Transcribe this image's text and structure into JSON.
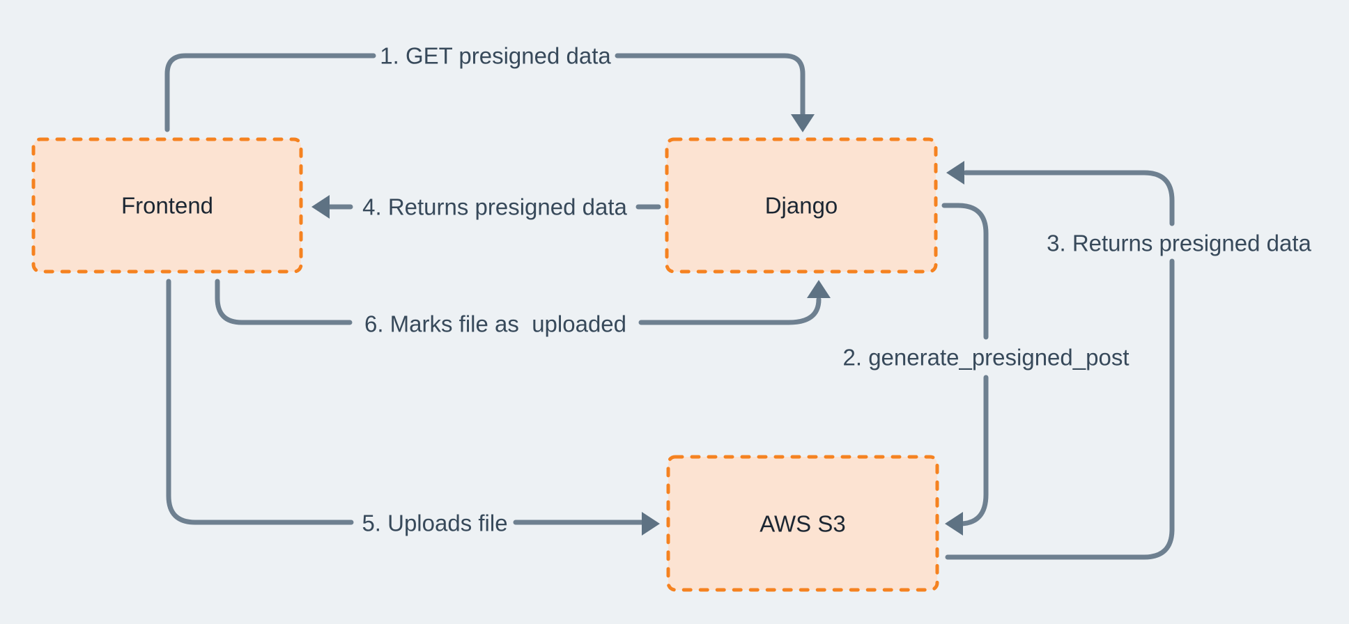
{
  "diagram": {
    "description": "Presigned S3 upload flow diagram",
    "nodes": [
      {
        "id": "frontend",
        "label": "Frontend"
      },
      {
        "id": "django",
        "label": "Django"
      },
      {
        "id": "aws-s3",
        "label": "AWS S3"
      }
    ],
    "edges": [
      {
        "id": "1",
        "label": "1. GET presigned data",
        "from": "frontend",
        "to": "django"
      },
      {
        "id": "2",
        "label": "2. generate_presigned_post",
        "from": "django",
        "to": "aws-s3"
      },
      {
        "id": "3",
        "label": "3. Returns presigned data",
        "from": "aws-s3",
        "to": "django"
      },
      {
        "id": "4",
        "label": "4. Returns presigned data",
        "from": "django",
        "to": "frontend"
      },
      {
        "id": "5",
        "label": "5. Uploads file",
        "from": "frontend",
        "to": "aws-s3"
      },
      {
        "id": "6",
        "label": "6. Marks file as  uploaded",
        "from": "frontend",
        "to": "django"
      }
    ],
    "colors": {
      "background": "#edf1f4",
      "node_fill": "#fce3d2",
      "node_border": "#f58220",
      "edge_line": "#6e8090",
      "edge_arrowhead": "#5e7283",
      "edge_label_text": "#37495a",
      "node_label_text": "#1b2632"
    }
  }
}
